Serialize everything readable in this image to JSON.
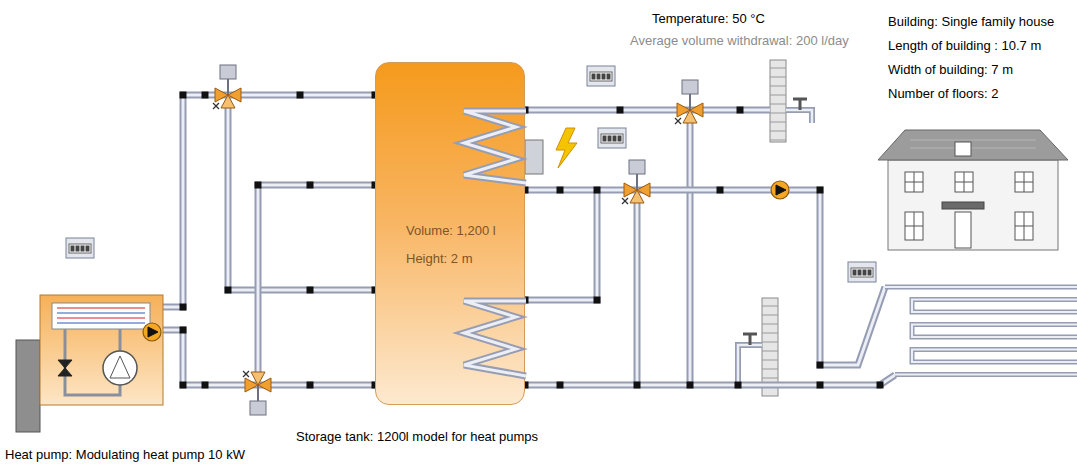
{
  "diagram": {
    "nodes": [
      {
        "text": [
          "Heat pump: Modulating heat pump 10 kW"
        ]
      },
      {
        "text": [
          "Volume: 1,200 l",
          "Height: 2 m",
          "Storage tank: 1200l model for heat pumps"
        ]
      },
      {
        "text": [
          "Building: Single family house",
          "Length of building : 10.7 m",
          "Width of building: 7 m",
          "Number of floors: 2"
        ]
      }
    ],
    "edges": [
      {
        "from": 0,
        "to": 1,
        "arrow": "none"
      },
      {
        "from": 1,
        "to": 0,
        "arrow": "none"
      }
    ],
    "labels": [
      "Temperature: 50 °C",
      "Average volume withdrawal: 200 l/day"
    ]
  }
}
